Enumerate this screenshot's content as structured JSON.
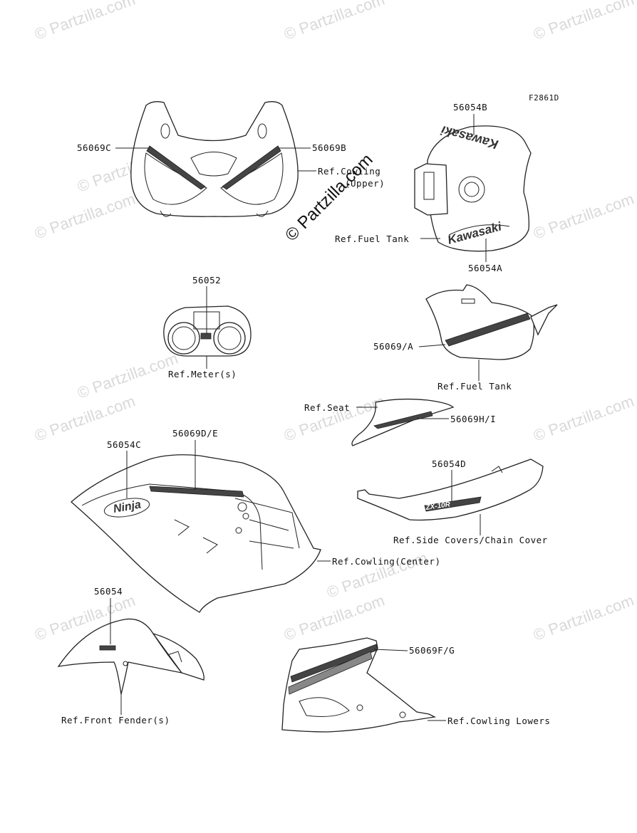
{
  "diagram": {
    "figure_code": "F2861D",
    "watermarks": [
      "© Partzilla.com",
      "© Partzilla.com",
      "© Partzilla.com",
      "© Partzilla.com",
      "© Partzilla.com",
      "© Partzilla.com",
      "© Partzilla.com",
      "© Partzilla.com",
      "© Partzilla.com",
      "© Partzilla.com",
      "© Partzilla.com",
      "© Partzilla.com",
      "© Partzilla.com",
      "© Partzilla.com"
    ],
    "center_watermark": "© Partzilla.com",
    "brand_texts": {
      "tank_top": "Kawasaki",
      "tank_bottom": "Kawasaki",
      "ninja": "Ninja",
      "zx": "ZX-10R"
    },
    "labels": {
      "p56069C": "56069C",
      "p56069B": "56069B",
      "ref_cowling_upper_1": "Ref.Cowling",
      "ref_cowling_upper_2": "(Upper)",
      "p56054B": "56054B",
      "ref_fuel_tank_1": "Ref.Fuel Tank",
      "p56054A": "56054A",
      "p56052": "56052",
      "ref_meter": "Ref.Meter(s)",
      "p56069A": "56069/A",
      "ref_fuel_tank_2": "Ref.Fuel Tank",
      "ref_seat": "Ref.Seat",
      "p56069HI": "56069H/I",
      "p56054C": "56054C",
      "p56069DE": "56069D/E",
      "p56054D": "56054D",
      "ref_side_covers": "Ref.Side Covers/Chain Cover",
      "ref_cowling_center": "Ref.Cowling(Center)",
      "p56054": "56054",
      "ref_front_fender": "Ref.Front Fender(s)",
      "p56069FG": "56069F/G",
      "ref_cowling_lowers": "Ref.Cowling Lowers"
    }
  }
}
